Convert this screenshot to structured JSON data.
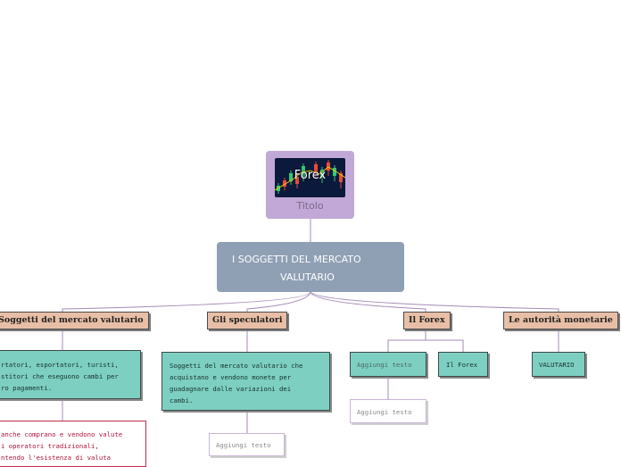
{
  "title": {
    "image_label": "Forex",
    "caption": "Titolo"
  },
  "main_topic": {
    "line1": "I SOGGETTI DEL MERCATO",
    "line2": "VALUTARIO"
  },
  "branches": {
    "soggetti": "Soggetti del mercato valutario",
    "speculatori": "Gli speculatori",
    "forex": "Il Forex",
    "autorita": "Le autorità monetarie"
  },
  "notes": {
    "soggetti_text": "rtatori, esportatori, turisti,\nstitori che eseguono cambi per\nro pagamenti.",
    "soggetti_banche": "anche comprano e vendono valute\ni operatori tradizionali,\nntendo l'esistenza di valuta",
    "speculatori_text": "Soggetti del mercato valutario che\nacquistano e vendono monete per\nguadagnare dalle variazioni dei\ncambi.",
    "speculatori_add": "Aggiungi testo",
    "forex_add_teal": "Aggiungi testo",
    "forex_il_forex": "Il Forex",
    "forex_add_plain": "Aggiungi testo",
    "autorita_text": "VALUTARIO"
  },
  "colors": {
    "title_card": "#c2a8d6",
    "main_card": "#8f9fb4",
    "branch": "#e8bfa6",
    "note_teal": "#7dcfc1",
    "connector": "#a68ab8",
    "banche_text": "#b0143a"
  }
}
